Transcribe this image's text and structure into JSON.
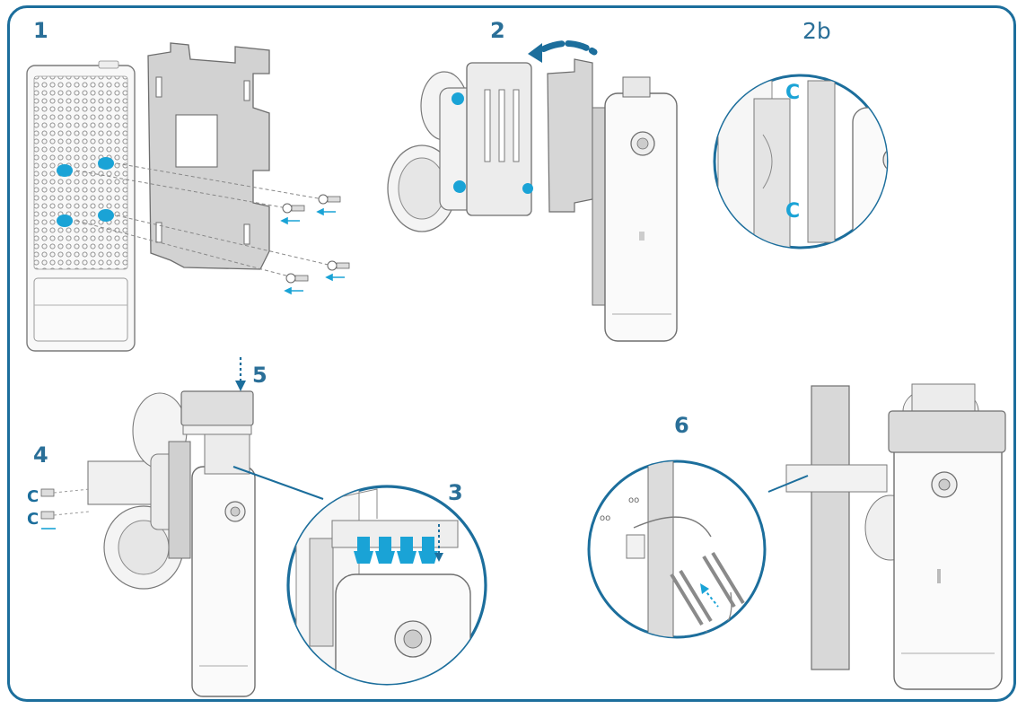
{
  "steps": {
    "s1": "1",
    "s2": "2",
    "s2b": "2b",
    "s3": "3",
    "s4": "4",
    "s5": "5",
    "s6": "6"
  },
  "colors": {
    "frame": "#1c6e9c",
    "label": "#2a6f98",
    "accent": "#1aa3d6",
    "line": "#7a7a7a",
    "bracket": "#bdbdbd",
    "fill": "#f6f6f6"
  }
}
